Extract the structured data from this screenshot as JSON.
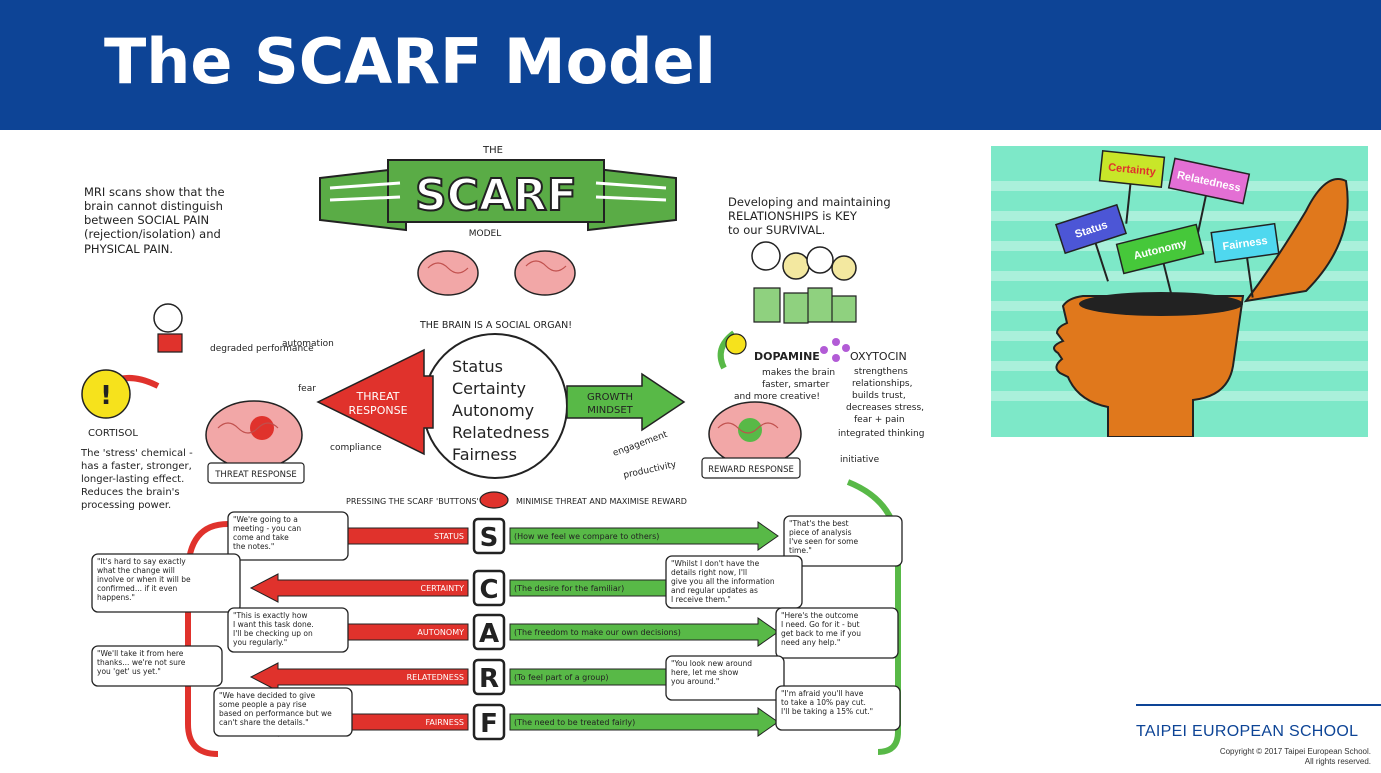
{
  "slide": {
    "title": "The SCARF Model"
  },
  "infographic": {
    "banner_top": "THE",
    "banner_main": "SCARF",
    "banner_bottom": "MODEL",
    "left_note": [
      "MRI scans show that the",
      "brain cannot distinguish",
      "between SOCIAL PAIN",
      "(rejection/isolation) and",
      "PHYSICAL PAIN."
    ],
    "right_note": [
      "Developing and maintaining",
      "RELATIONSHIPS is KEY",
      "to our SURVIVAL."
    ],
    "social_organ": "THE BRAIN IS A SOCIAL ORGAN!",
    "domains": [
      "Status",
      "Certainty",
      "Autonomy",
      "Relatedness",
      "Fairness"
    ],
    "threat_arrow": [
      "THREAT",
      "RESPONSE"
    ],
    "growth_arrow": [
      "GROWTH",
      "MINDSET"
    ],
    "threat_brain_label": "THREAT RESPONSE",
    "reward_brain_label": "REWARD RESPONSE",
    "threat_effects": [
      "degraded performance",
      "automation",
      "fear",
      "compliance"
    ],
    "reward_effects": [
      "engagement",
      "productivity",
      "integrated thinking",
      "initiative"
    ],
    "cortisol_label": "CORTISOL",
    "cortisol_note": [
      "The 'stress' chemical -",
      "has a faster, stronger,",
      "longer-lasting effect.",
      "Reduces the brain's",
      "processing power."
    ],
    "dopamine_label": "DOPAMINE",
    "dopamine_note": [
      "makes the brain",
      "faster, smarter",
      "and more creative!"
    ],
    "oxytocin_label": "OXYTOCIN",
    "oxytocin_note": [
      "strengthens",
      "relationships,",
      "builds trust,",
      "decreases stress,",
      "fear + pain"
    ],
    "buttons_caption": "PRESSING THE SCARF 'BUTTONS'",
    "buttons_result": "MINIMISE THREAT AND MAXIMISE REWARD",
    "rows": [
      {
        "letter": "S",
        "red": "STATUS",
        "green": "(How we feel we compare to others)",
        "threat_quote": [
          "\"We're going to a",
          "meeting - you can",
          "come and take",
          "the notes.\""
        ],
        "reward_quote": [
          "\"That's the best",
          "piece of analysis",
          "I've seen for some",
          "time.\""
        ]
      },
      {
        "letter": "C",
        "red": "CERTAINTY",
        "green": "(The desire for the familiar)",
        "threat_quote": [
          "\"It's hard to say exactly",
          "what the change will",
          "involve or when it will be",
          "confirmed... if it even",
          "happens.\""
        ],
        "reward_quote": [
          "\"Whilst I don't have the",
          "details right now, I'll",
          "give you all the information",
          "and regular updates as",
          "I receive them.\""
        ]
      },
      {
        "letter": "A",
        "red": "AUTONOMY",
        "green": "(The freedom to make our own decisions)",
        "threat_quote": [
          "\"This is exactly how",
          "I want this task done.",
          "I'll be checking up on",
          "you regularly.\""
        ],
        "reward_quote": [
          "\"Here's the outcome",
          "I need. Go for it - but",
          "get back to me if you",
          "need any help.\""
        ]
      },
      {
        "letter": "R",
        "red": "RELATEDNESS",
        "green": "(To feel part of a group)",
        "threat_quote": [
          "\"We'll take it from here",
          "thanks... we're not sure",
          "you 'get' us yet.\""
        ],
        "reward_quote": [
          "\"You look new around",
          "here, let me show",
          "you around.\""
        ]
      },
      {
        "letter": "F",
        "red": "FAIRNESS",
        "green": "(The need to be treated fairly)",
        "threat_quote": [
          "\"We have decided to give",
          "some people a pay rise",
          "based on performance but we",
          "can't share the details.\""
        ],
        "reward_quote": [
          "\"I'm afraid you'll have",
          "to take a 10% pay cut.",
          "I'll be taking a 15% cut.\""
        ]
      }
    ]
  },
  "head_image": {
    "signs": [
      "Certainty",
      "Relatedness",
      "Status",
      "Autonomy",
      "Fairness"
    ],
    "colors": {
      "background": "#7de8c8",
      "head": "#e0781c",
      "certainty": "#c8e629",
      "relatedness": "#e36fd4",
      "status": "#4c56d6",
      "autonomy": "#46c83a",
      "fairness": "#4fd8ef"
    }
  },
  "footer": {
    "school": "TAIPEI EUROPEAN SCHOOL",
    "copyright": "Copyright © 2017 Taipei European School.",
    "rights": "All rights reserved."
  },
  "colors": {
    "header": "#0d4496",
    "threat": "#e0322c",
    "reward": "#58b947"
  }
}
